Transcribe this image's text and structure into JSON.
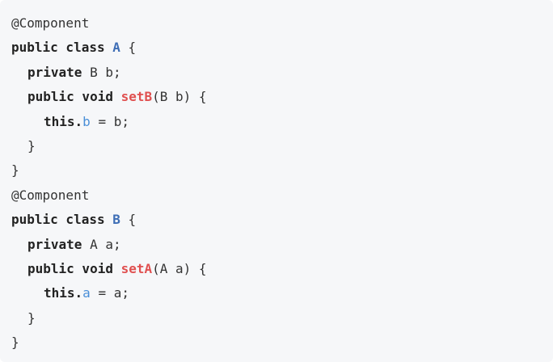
{
  "code": {
    "lines": [
      {
        "tokens": [
          {
            "t": "@Component",
            "k": "plain"
          }
        ],
        "indent": 0
      },
      {
        "tokens": [
          {
            "t": "public class ",
            "k": "kw"
          },
          {
            "t": "A",
            "k": "cls"
          },
          {
            "t": " {",
            "k": "plain"
          }
        ],
        "indent": 0
      },
      {
        "tokens": [
          {
            "t": "private",
            "k": "kw"
          },
          {
            "t": " B b;",
            "k": "plain"
          }
        ],
        "indent": 1
      },
      {
        "tokens": [
          {
            "t": "public void ",
            "k": "kw"
          },
          {
            "t": "setB",
            "k": "meth"
          },
          {
            "t": "(B b) {",
            "k": "plain"
          }
        ],
        "indent": 1
      },
      {
        "tokens": [
          {
            "t": "this.",
            "k": "kw"
          },
          {
            "t": "b",
            "k": "var"
          },
          {
            "t": " = b;",
            "k": "plain"
          }
        ],
        "indent": 2
      },
      {
        "tokens": [
          {
            "t": "}",
            "k": "plain"
          }
        ],
        "indent": 1
      },
      {
        "tokens": [
          {
            "t": "}",
            "k": "plain"
          }
        ],
        "indent": 0
      },
      {
        "tokens": [
          {
            "t": "@Component",
            "k": "plain"
          }
        ],
        "indent": 0
      },
      {
        "tokens": [
          {
            "t": "public class ",
            "k": "kw"
          },
          {
            "t": "B",
            "k": "cls"
          },
          {
            "t": " {",
            "k": "plain"
          }
        ],
        "indent": 0
      },
      {
        "tokens": [
          {
            "t": "private",
            "k": "kw"
          },
          {
            "t": " A a;",
            "k": "plain"
          }
        ],
        "indent": 1
      },
      {
        "tokens": [
          {
            "t": "public void ",
            "k": "kw"
          },
          {
            "t": "setA",
            "k": "meth"
          },
          {
            "t": "(A a) {",
            "k": "plain"
          }
        ],
        "indent": 1
      },
      {
        "tokens": [
          {
            "t": "this.",
            "k": "kw"
          },
          {
            "t": "a",
            "k": "var"
          },
          {
            "t": " = a;",
            "k": "plain"
          }
        ],
        "indent": 2
      },
      {
        "tokens": [
          {
            "t": "}",
            "k": "plain"
          }
        ],
        "indent": 1
      },
      {
        "tokens": [
          {
            "t": "}",
            "k": "plain"
          }
        ],
        "indent": 0
      }
    ]
  },
  "colors": {
    "background": "#f6f7f9",
    "keyword": "#222222",
    "class_name": "#3d6db5",
    "method_name": "#e05050",
    "field": "#4a8fd8",
    "text": "#333333"
  }
}
